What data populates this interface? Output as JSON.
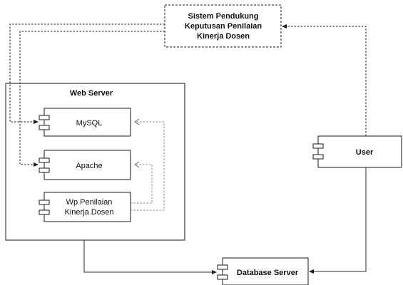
{
  "diagram": {
    "nodes": {
      "spk": {
        "line1": "Sistem Pendukung",
        "line2": "Keputusan Penilaian",
        "line3": "Kinerja Dosen"
      },
      "web_server": {
        "label": "Web Server"
      },
      "mysql": {
        "label": "MySQL"
      },
      "apache": {
        "label": "Apache"
      },
      "wp": {
        "line1": "Wp Penilaian",
        "line2": "Kinerja Dosen"
      },
      "user": {
        "label": "User"
      },
      "db_server": {
        "label": "Database Server"
      }
    },
    "edges": [
      {
        "from": "spk",
        "to": "mysql",
        "style": "dashed"
      },
      {
        "from": "spk",
        "to": "apache",
        "style": "dashed"
      },
      {
        "from": "user",
        "to": "spk",
        "style": "dashed"
      },
      {
        "from": "wp",
        "to": "mysql",
        "style": "dashed"
      },
      {
        "from": "wp",
        "to": "apache",
        "style": "dashed"
      },
      {
        "from": "web_server",
        "to": "db_server",
        "style": "solid"
      },
      {
        "from": "user",
        "to": "db_server",
        "style": "solid"
      }
    ]
  }
}
